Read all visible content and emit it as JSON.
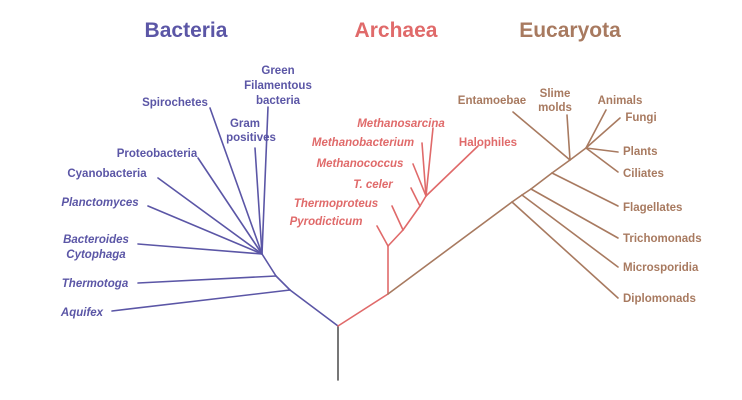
{
  "colors": {
    "bacteria": "#5b56a6",
    "archaea": "#e06a6a",
    "eucaryota": "#a87a60",
    "root": "#555555"
  },
  "domains": {
    "bacteria": "Bacteria",
    "archaea": "Archaea",
    "eucaryota": "Eucaryota"
  },
  "bacteria": {
    "green_filamentous": [
      "Green",
      "Filamentous",
      "bacteria"
    ],
    "spirochetes": "Spirochetes",
    "gram_positives": [
      "Gram",
      "positives"
    ],
    "proteobacteria": "Proteobacteria",
    "cyanobacteria": "Cyanobacteria",
    "planctomyces": "Planctomyces",
    "bacteroides": [
      "Bacteroides",
      "Cytophaga"
    ],
    "thermotoga": "Thermotoga",
    "aquifex": "Aquifex"
  },
  "archaea": {
    "methanosarcina": "Methanosarcina",
    "methanobacterium": "Methanobacterium",
    "halophiles": "Halophiles",
    "methanococcus": "Methanococcus",
    "t_celer": "T. celer",
    "thermoproteus": "Thermoproteus",
    "pyrodicticum": "Pyrodicticum"
  },
  "eucaryota": {
    "entamoebae": "Entamoebae",
    "slime_molds": [
      "Slime",
      "molds"
    ],
    "animals": "Animals",
    "fungi": "Fungi",
    "plants": "Plants",
    "ciliates": "Ciliates",
    "flagellates": "Flagellates",
    "trichomonads": "Trichomonads",
    "microsporidia": "Microsporidia",
    "diplomonads": "Diplomonads"
  }
}
